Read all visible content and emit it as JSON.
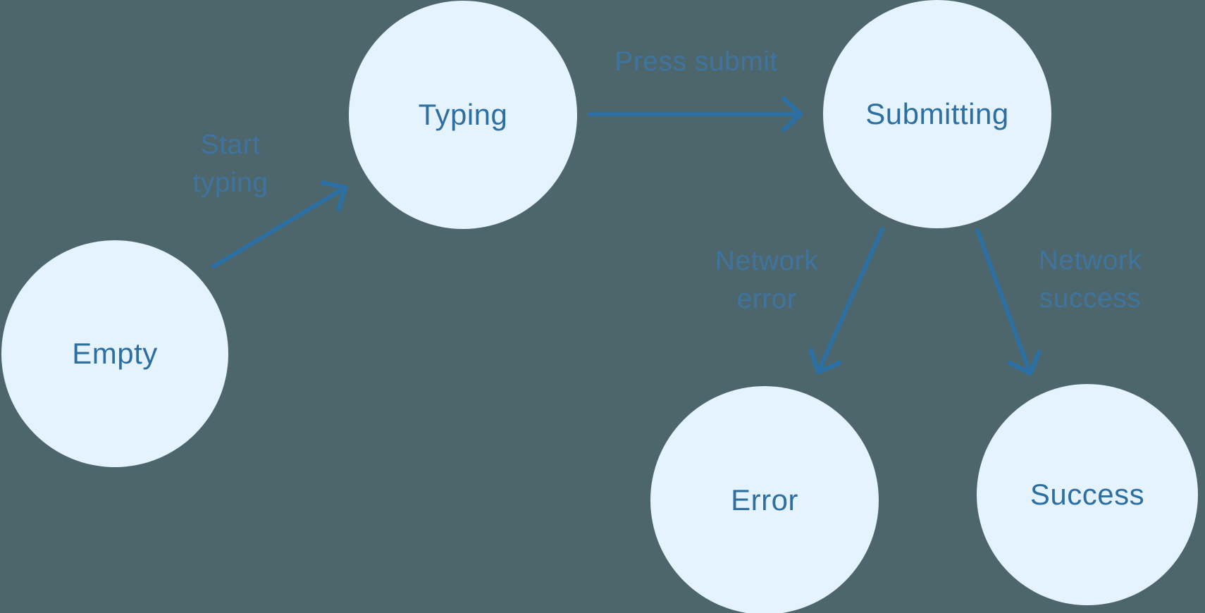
{
  "diagram": {
    "type": "state-machine",
    "nodes": [
      {
        "id": "empty",
        "label": "Empty"
      },
      {
        "id": "typing",
        "label": "Typing"
      },
      {
        "id": "submitting",
        "label": "Submitting"
      },
      {
        "id": "error",
        "label": "Error"
      },
      {
        "id": "success",
        "label": "Success"
      }
    ],
    "edges": [
      {
        "from": "empty",
        "to": "typing",
        "label": "Start\ntyping"
      },
      {
        "from": "typing",
        "to": "submitting",
        "label": "Press submit"
      },
      {
        "from": "submitting",
        "to": "error",
        "label": "Network\nerror"
      },
      {
        "from": "submitting",
        "to": "success",
        "label": "Network\nsuccess"
      }
    ],
    "colors": {
      "background": "#4d666c",
      "node_fill": "#e4f3fd",
      "node_text": "#2e6fa2",
      "arrow": "#2c70a3",
      "edge_label_text": "#3e76a4"
    }
  }
}
